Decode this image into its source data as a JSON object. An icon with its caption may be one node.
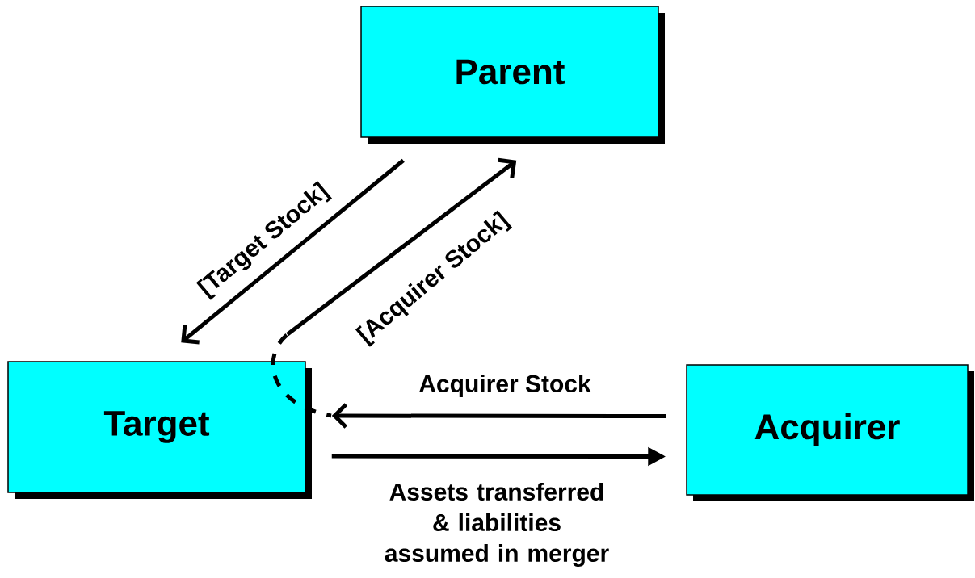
{
  "diagram": {
    "nodes": [
      {
        "text": [
          "Parent"
        ]
      },
      {
        "text": [
          "Target"
        ]
      },
      {
        "text": [
          "Acquirer"
        ]
      }
    ],
    "edges": [
      {
        "from": 0,
        "to": 1,
        "arrow": "to",
        "label": "[Target Stock]"
      },
      {
        "from": 1,
        "to": 0,
        "arrow": "to",
        "label": "[Acquirer Stock]"
      },
      {
        "from": 2,
        "to": 1,
        "arrow": "to",
        "label": "Acquirer Stock"
      },
      {
        "from": 1,
        "to": 2,
        "arrow": "to",
        "label": "Assets transferred & liabilities assumed in merger"
      }
    ]
  }
}
